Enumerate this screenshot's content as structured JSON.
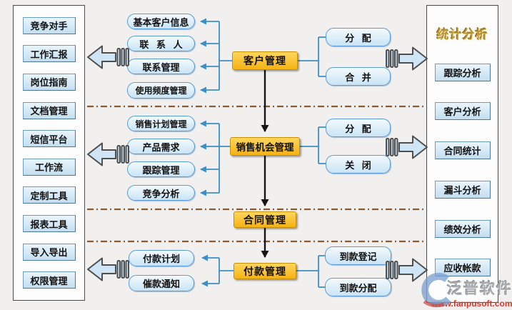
{
  "left_panel": {
    "items": [
      "竞争对手",
      "工作汇报",
      "岗位指南",
      "文档管理",
      "短信平台",
      "工作流",
      "定制工具",
      "报表工具",
      "导入导出",
      "权限管理"
    ]
  },
  "right_panel": {
    "title": "统计分析",
    "items": [
      "跟踪分析",
      "客户分析",
      "合同统计",
      "漏斗分析",
      "绩效分析",
      "应收帐款"
    ]
  },
  "flow": {
    "customer": {
      "label": "客户管理",
      "children": [
        "基本客户信息",
        "联 系 人",
        "联系管理",
        "使用频度管理"
      ],
      "actions": [
        "分 配",
        "合 并"
      ]
    },
    "sales": {
      "label": "销售机会管理",
      "children": [
        "销售计划管理",
        "产品需求",
        "跟踪管理",
        "竞争分析"
      ],
      "actions": [
        "分 配",
        "关 闭"
      ]
    },
    "contract": {
      "label": "合同管理"
    },
    "payment": {
      "label": "付款管理",
      "children": [
        "付款计划",
        "催款通知"
      ],
      "actions": [
        "到款登记",
        "到款分配"
      ]
    }
  },
  "watermark": {
    "brand": "泛普软件",
    "url": "www.fanpusoft.com"
  },
  "colors": {
    "main_node_orange": "#f9b914",
    "main_node_border": "#c78f06",
    "pill_fill": "#d3e8f6",
    "pill_border": "#5b9bd5",
    "panel_item_fill": "#cfe3f2",
    "connector_blue": "#3e8ec9",
    "flow_arrow_black": "#141414",
    "separator_brown": "#8a5a30",
    "stats_title_gold": "#bd9633",
    "watermark_gray": "#a7abae",
    "watermark_red": "#d2382a",
    "background": "#f1f0ef"
  }
}
